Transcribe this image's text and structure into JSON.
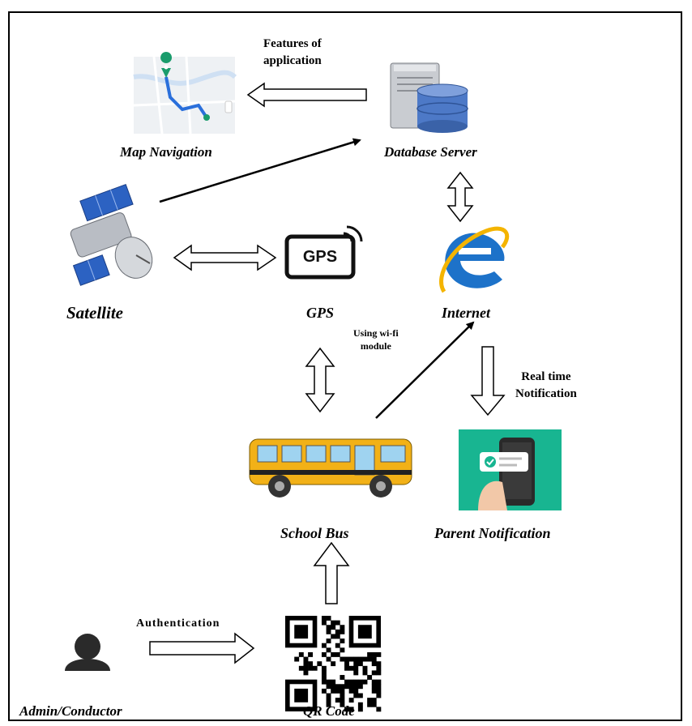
{
  "nodes": {
    "map_navigation": "Map Navigation",
    "database_server": "Database Server",
    "satellite": "Satellite",
    "gps": "GPS",
    "gps_badge": "GPS",
    "internet": "Internet",
    "school_bus": "School Bus",
    "parent_notification": "Parent Notification",
    "admin_conductor": "Admin/Conductor",
    "qr_code": "QR Code"
  },
  "edges": {
    "features_line1": "Features of",
    "features_line2": "application",
    "wifi_line1": "Using wi-fi",
    "wifi_line2": "module",
    "realtime_line1": "Real time",
    "realtime_line2": "Notification",
    "authentication": "Authentication"
  },
  "colors": {
    "bus_body": "#f2b117",
    "notification_bg": "#18b591",
    "internet_blue": "#1d72c9",
    "internet_ring": "#f4b400",
    "db_cylinder": "#4d79c7",
    "map_route": "#2a6fdb"
  },
  "icons": [
    "map-icon",
    "database-server-icon",
    "satellite-icon",
    "gps-icon",
    "internet-explorer-icon",
    "school-bus-icon",
    "phone-notification-icon",
    "person-icon",
    "qr-code-icon"
  ]
}
